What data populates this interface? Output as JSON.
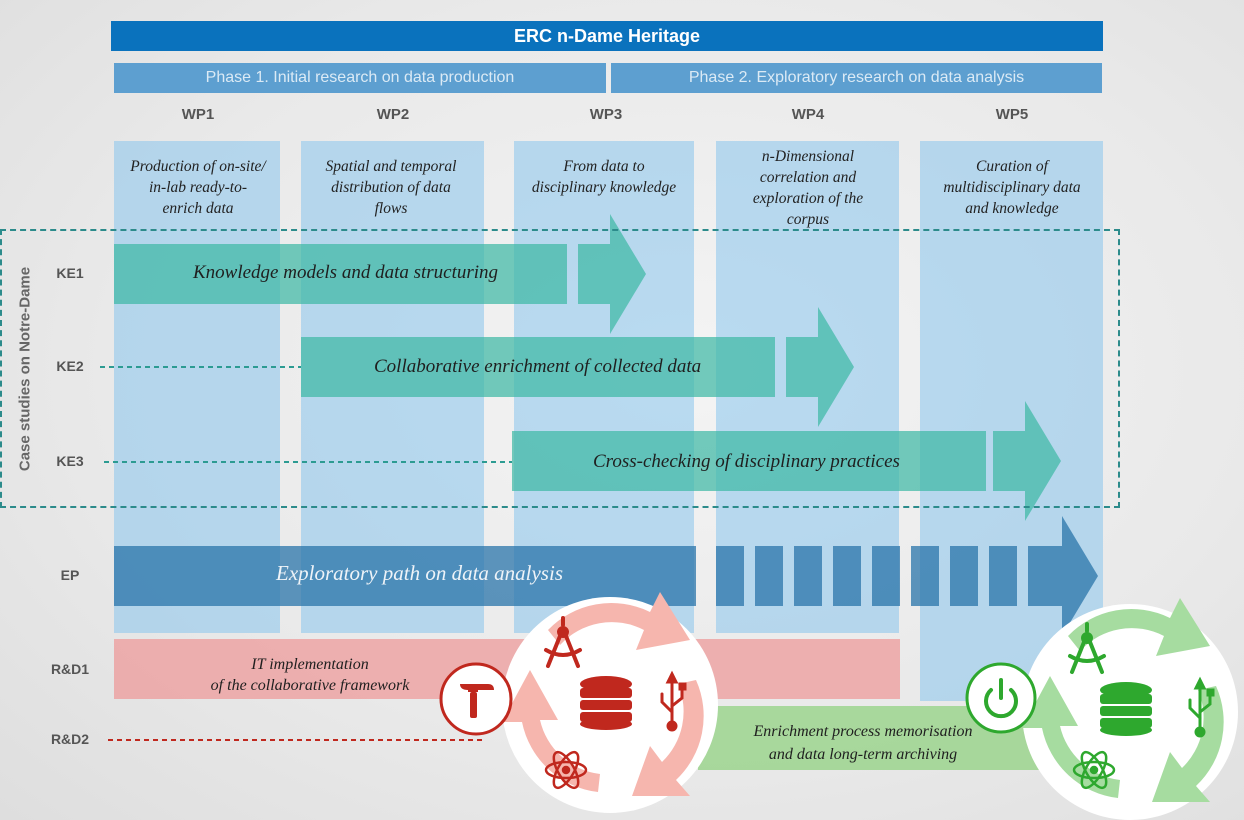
{
  "title": "ERC n-Dame Heritage",
  "phases": [
    {
      "label": "Phase 1. Initial research on data production"
    },
    {
      "label": "Phase 2. Exploratory research on data analysis"
    }
  ],
  "work_packages": [
    {
      "id": "WP1",
      "description": [
        "Production of on-site/",
        "in-lab ready-to-",
        "enrich data"
      ]
    },
    {
      "id": "WP2",
      "description": [
        "Spatial and temporal",
        "distribution of data",
        "flows"
      ]
    },
    {
      "id": "WP3",
      "description": [
        "From data to",
        "disciplinary knowledge"
      ]
    },
    {
      "id": "WP4",
      "description": [
        "n-Dimensional",
        "correlation and",
        "exploration of the",
        "corpus"
      ]
    },
    {
      "id": "WP5",
      "description": [
        "Curation of",
        "multidisciplinary data",
        "and knowledge"
      ]
    }
  ],
  "case_studies_label": "Case studies on Notre-Dame",
  "rows": {
    "ke1": {
      "label": "KE1",
      "text": "Knowledge models and data structuring"
    },
    "ke2": {
      "label": "KE2",
      "text": "Collaborative enrichment of collected data"
    },
    "ke3": {
      "label": "KE3",
      "text": "Cross-checking of disciplinary practices"
    },
    "ep": {
      "label": "EP",
      "text": "Exploratory path on data analysis"
    },
    "rd1": {
      "label": "R&D1",
      "text": [
        "IT implementation",
        "of the collaborative framework"
      ]
    },
    "rd2": {
      "label": "R&D2",
      "text": [
        "Enrichment process memorisation",
        "and data long-term archiving"
      ]
    }
  },
  "icons": {
    "red_cycle": [
      "compass-icon",
      "usb-icon",
      "atom-icon",
      "database-icon",
      "hammer-icon"
    ],
    "green_cycle": [
      "compass-icon",
      "usb-icon",
      "atom-icon",
      "database-icon",
      "power-icon"
    ]
  },
  "colors": {
    "title_bar": "#0a72bd",
    "phase_bar": "#5d9fd0",
    "wp_column": "#88c4ec",
    "ke_arrow": "#3fb8a5",
    "ep_arrow": "#2a74aa",
    "rd1": "#ee9696",
    "rd2": "#92d282",
    "red_icon": "#c0281e",
    "green_icon": "#2ea82e"
  }
}
